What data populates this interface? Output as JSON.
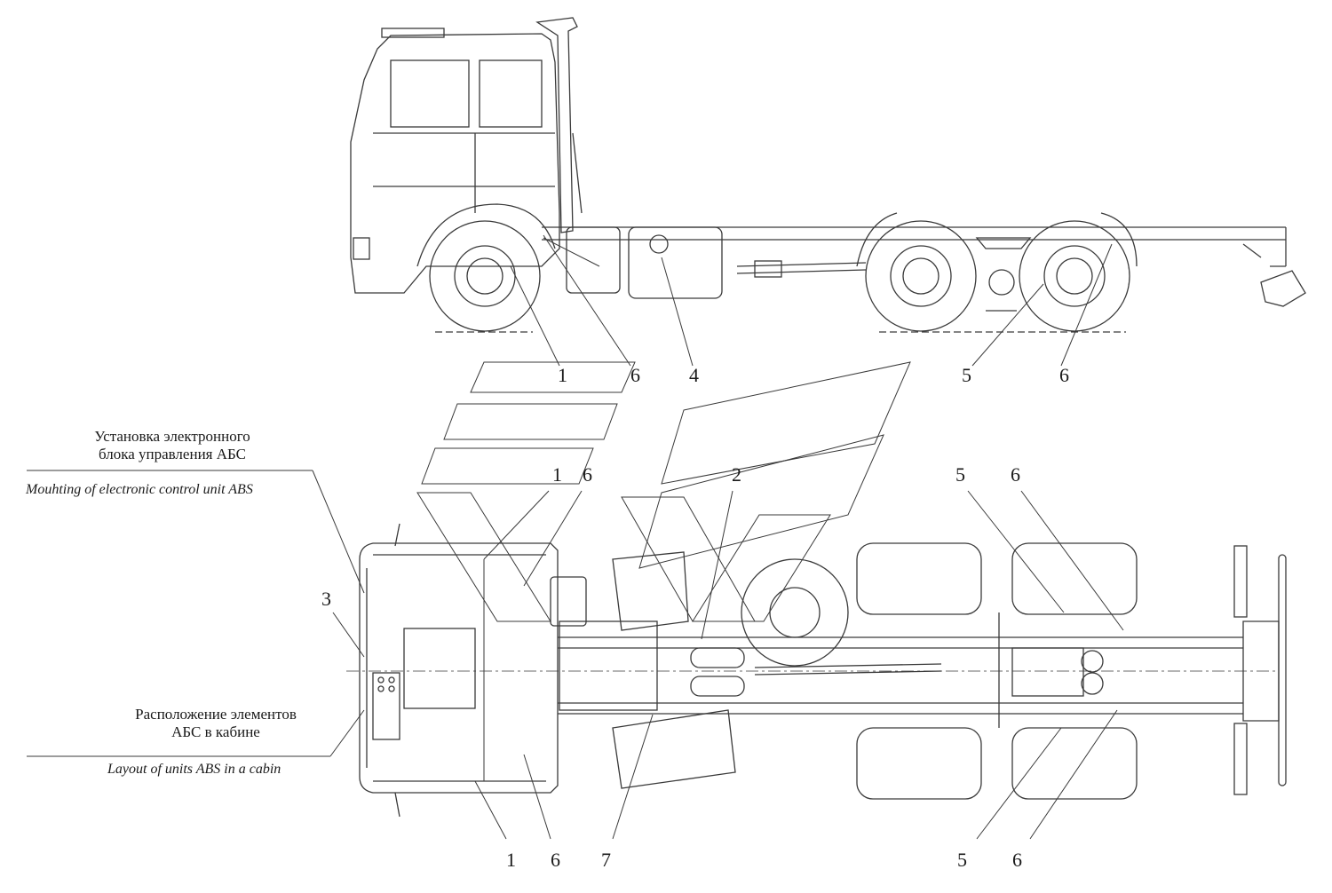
{
  "side_view": {
    "callouts": [
      {
        "id": "1",
        "text": "1"
      },
      {
        "id": "6a",
        "text": "6"
      },
      {
        "id": "4",
        "text": "4"
      },
      {
        "id": "5a",
        "text": "5"
      },
      {
        "id": "6b",
        "text": "6"
      }
    ]
  },
  "top_view": {
    "callouts": [
      {
        "id": "1",
        "text": "1"
      },
      {
        "id": "6a",
        "text": "6"
      },
      {
        "id": "2",
        "text": "2"
      },
      {
        "id": "5a",
        "text": "5"
      },
      {
        "id": "6b",
        "text": "6"
      },
      {
        "id": "3",
        "text": "3"
      },
      {
        "id": "1b",
        "text": "1"
      },
      {
        "id": "6c",
        "text": "6"
      },
      {
        "id": "7",
        "text": "7"
      },
      {
        "id": "5b",
        "text": "5"
      },
      {
        "id": "6d",
        "text": "6"
      }
    ]
  },
  "captions": {
    "ecu_ru_line1": "Установка электронного",
    "ecu_ru_line2": "блока управления АБС",
    "ecu_en": "Mouhting of electronic control unit ABS",
    "cabin_ru_line1": "Расположение элементов",
    "cabin_ru_line2": "АБС в кабине",
    "cabin_en": "Layout of units ABS in a cabin"
  },
  "colors": {
    "line": "#3a3a3a",
    "background": "#ffffff",
    "text": "#1a1a1a"
  }
}
